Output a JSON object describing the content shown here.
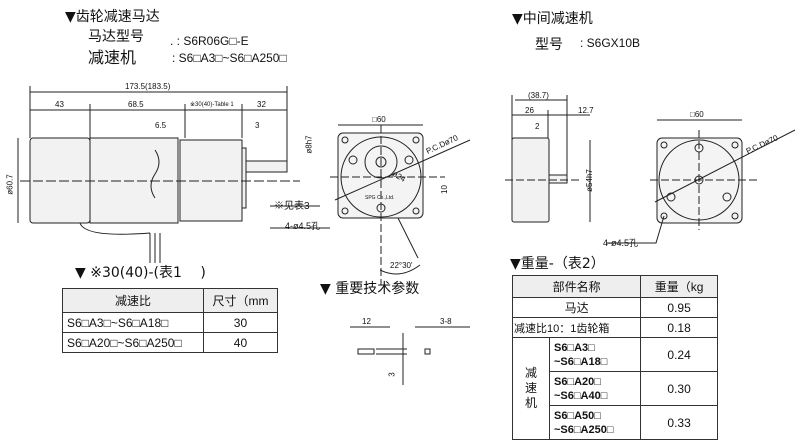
{
  "left": {
    "title": "▼齿轮减速马达",
    "motor_label": "马达型号",
    "motor_value": ". : S6R06G□-E",
    "gear_label": "减速机",
    "gear_value": ": S6□A3□~S6□A250□",
    "dims": {
      "total": "173.5(183.5)",
      "d43": "43",
      "d68": "68.5",
      "dtable": "※30(40)-Table 1",
      "d32": "32",
      "d65": "6.5",
      "d3": "3",
      "dia607": "ø60.7",
      "shaft": "ø8h7",
      "see_table": "※见表3",
      "holes": "4-ø4.5孔",
      "sq60": "□60",
      "pcd": "P.C.Dø70",
      "d24": "ø24",
      "d10": "10",
      "angle": "22°30'",
      "brand": "SPG Co.,Ltd."
    }
  },
  "right": {
    "title": "▼中间减速机",
    "model_label": "型号",
    "model_value": ": S6GX10B",
    "dims": {
      "d387": "(38.7)",
      "d26": "26",
      "d127": "12.7",
      "d2": "2",
      "shaft": "ø54h7",
      "sq60": "□60",
      "pcd": "P.C.Dø70",
      "holes": "4-ø4.5孔"
    }
  },
  "table1": {
    "title": "▼ ※30(40)-(表1　 )",
    "headers": [
      "减速比",
      "尺寸（mm"
    ],
    "rows": [
      [
        "S6□A3□~S6□A18□",
        "30"
      ],
      [
        "S6□A20□~S6□A250□",
        "40"
      ]
    ]
  },
  "params": {
    "title": "▼ 重要技术参数",
    "key_len": "12",
    "key_w": "3-8",
    "key_h": "3"
  },
  "table2": {
    "title": "▼重量-（表2）",
    "headers": [
      "部件名称",
      "重量（kg"
    ],
    "motor": [
      "马达",
      "0.95"
    ],
    "gearhead": [
      "减速比10：1齿轮箱",
      "0.18"
    ],
    "group": "减\n速\n机",
    "rows": [
      [
        "S6□A3□\n~S6□A18□",
        "0.24"
      ],
      [
        "S6□A20□\n~S6□A40□",
        "0.30"
      ],
      [
        "S6□A50□\n~S6□A250□",
        "0.33"
      ]
    ]
  }
}
